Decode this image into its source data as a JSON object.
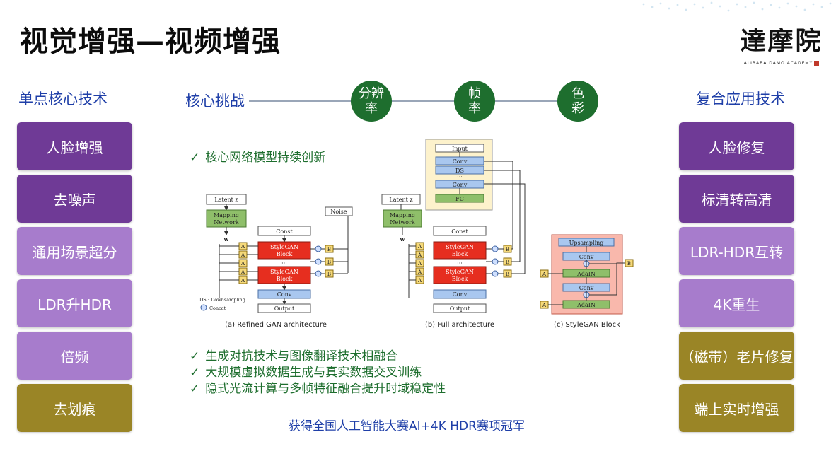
{
  "title": "视觉增强—视频增强",
  "logo": {
    "main": "達摩院",
    "sub": "ALIBABA DAMO ACADEMY"
  },
  "left_column": {
    "title": "单点核心技术",
    "items": [
      {
        "label": "人脸增强",
        "color": "#6f3a96"
      },
      {
        "label": "去噪声",
        "color": "#6f3a96"
      },
      {
        "label": "通用场景超分",
        "color": "#a77ccc"
      },
      {
        "label": "LDR升HDR",
        "color": "#a77ccc"
      },
      {
        "label": "倍频",
        "color": "#a77ccc"
      },
      {
        "label": "去划痕",
        "color": "#9a8526"
      }
    ]
  },
  "right_column": {
    "title": "复合应用技术",
    "items": [
      {
        "label": "人脸修复",
        "color": "#6f3a96"
      },
      {
        "label": "标清转高清",
        "color": "#6f3a96"
      },
      {
        "label": "LDR-HDR互转",
        "color": "#a77ccc"
      },
      {
        "label": "4K重生",
        "color": "#a77ccc"
      },
      {
        "label": "（磁带）老片修复",
        "color": "#9a8526"
      },
      {
        "label": "端上实时增强",
        "color": "#9a8526"
      }
    ]
  },
  "challenges": {
    "label": "核心挑战",
    "items": [
      "分辨率",
      "帧率",
      "色彩"
    ]
  },
  "check_top": "核心网络模型持续创新",
  "checks_bottom": [
    "生成对抗技术与图像翻译技术相融合",
    "大规模虚拟数据生成与真实数据交叉训练",
    "隐式光流计算与多帧特征融合提升时域稳定性"
  ],
  "award": "获得全国人工智能大赛AI+4K HDR赛项冠军",
  "diagram": {
    "captions": [
      "(a) Refined GAN architecture",
      "(b) Full architecture",
      "(c) StyleGAN Block"
    ],
    "a": {
      "latent": "Latent z",
      "mapping": "Mapping Network",
      "w": "w",
      "noise": "Noise",
      "const": "Const",
      "stylegan1": "StyleGAN Block",
      "stylegan2": "StyleGAN Block",
      "dots": "···",
      "conv": "Conv",
      "output": "Output",
      "legend_ds": "DS : Downsampling",
      "legend_concat": "Concat",
      "a_label": "A",
      "b_label": "B"
    },
    "b": {
      "input": "Input",
      "conv1": "Conv",
      "ds": "DS",
      "dots": "···",
      "conv2": "Conv",
      "fc": "FC",
      "latent": "Latent z",
      "mapping": "Mapping Network",
      "w": "w",
      "const": "Const",
      "stylegan1": "StyleGAN Block",
      "stylegan2": "StyleGAN Block",
      "conv": "Conv",
      "output": "Output"
    },
    "c": {
      "upsampling": "Upsampling",
      "conv1": "Conv",
      "adain1": "AdaIN",
      "conv2": "Conv",
      "adain2": "AdaIN",
      "a_label": "A",
      "b_label": "B"
    }
  }
}
